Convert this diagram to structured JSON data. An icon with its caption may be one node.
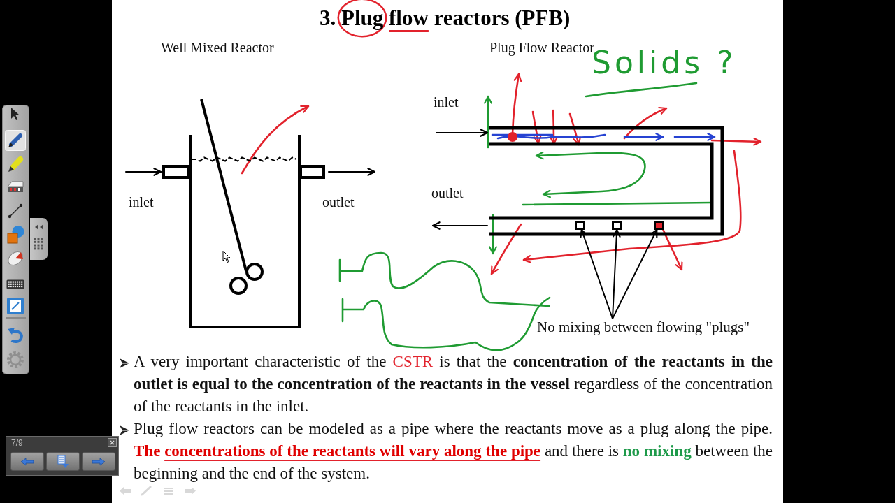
{
  "diagram": {
    "title": "3. Plug flow reactors (PFB)",
    "nodes": [
      {
        "text": [
          "Well Mixed Reactor"
        ]
      },
      {
        "text": [
          "Plug Flow Reactor"
        ]
      },
      {
        "text": [],
        "shape": "box",
        "in": 1
      },
      {
        "text": [],
        "shape": "box",
        "in": 1
      },
      {
        "text": [],
        "shape": "box",
        "in": 1
      },
      {
        "text": [
          "No mixing between flowing \"plugs\""
        ]
      }
    ],
    "edges": [
      {
        "from": null,
        "to": 0,
        "arrow": "to"
      },
      {
        "from": 0,
        "to": null,
        "arrow": "to"
      },
      {
        "from": null,
        "to": 1,
        "arrow": "to"
      },
      {
        "from": 1,
        "to": null,
        "arrow": "to"
      },
      {
        "from": 5,
        "to": 2,
        "arrow": "to"
      },
      {
        "from": 5,
        "to": 3,
        "arrow": "to"
      },
      {
        "from": 5,
        "to": 4,
        "arrow": "to"
      }
    ],
    "labels": [
      "inlet",
      "outlet",
      "inlet",
      "outlet",
      "Solids ?",
      "A very important characteristic of the CSTR is that the **concentration of the reactants in the outlet is equal to the concentration of the reactants in the vessel** regardless of the concentration of the reactants in the inlet.",
      "Plug flow reactors can be modeled as a pipe where the reactants move as a plug along the pipe. **The concentrations of the reactants will vary along the pipe** and there is **no mixing** between the beginning and the end of the system.",
      "7/9"
    ]
  }
}
